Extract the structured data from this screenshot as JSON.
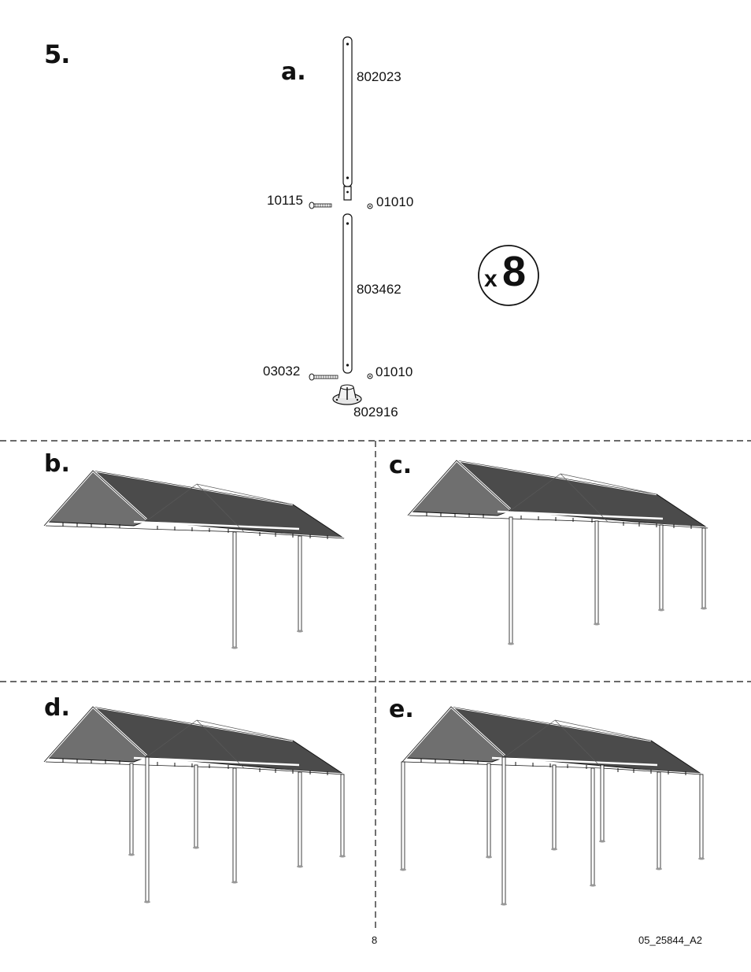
{
  "step": {
    "number": "5."
  },
  "sub_steps": {
    "a": "a.",
    "b": "b.",
    "c": "c.",
    "d": "d.",
    "e": "e."
  },
  "parts": {
    "upper_pole": "802023",
    "bolt_upper": "10115",
    "nut_upper": "01010",
    "lower_pole": "803462",
    "bolt_lower": "03032",
    "nut_lower": "01010",
    "foot_plate": "802916"
  },
  "quantity": {
    "prefix": "x",
    "value": "8"
  },
  "footer": {
    "page_number": "8",
    "doc_code": "05_25844_A2"
  },
  "colors": {
    "canopy_dark": "#4a4a4a",
    "canopy_side": "#6e6e6e",
    "frame": "#ffffff",
    "outline": "#111111"
  }
}
